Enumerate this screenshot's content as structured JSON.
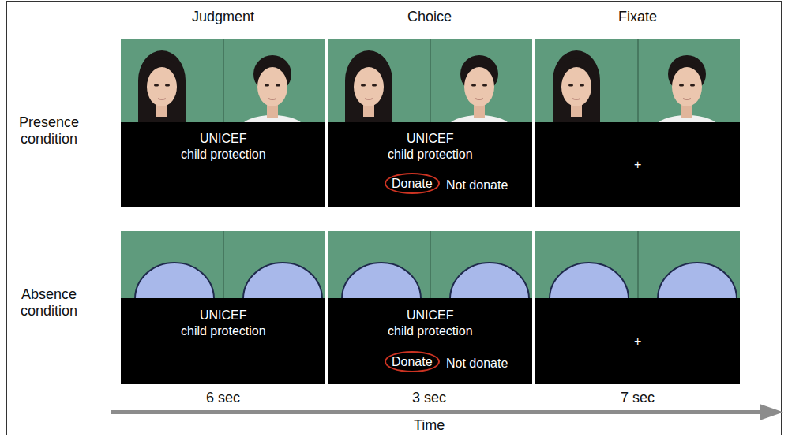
{
  "diagram": {
    "nodes": [
      {
        "text": [
          "UNICEF",
          "child protection"
        ]
      },
      {
        "text": [
          "UNICEF",
          "child protection",
          "Not donate"
        ]
      },
      {
        "text": [
          "Donate"
        ],
        "in": 1
      },
      {
        "text": [
          "+"
        ]
      },
      {
        "text": [
          "UNICEF",
          "child protection"
        ]
      },
      {
        "text": [
          "UNICEF",
          "child protection",
          "Not donate"
        ]
      },
      {
        "text": [
          "Donate"
        ],
        "in": 5
      },
      {
        "text": [
          "+"
        ]
      }
    ],
    "labels": [
      "Judgment",
      "Choice",
      "Fixate",
      "Presence condition",
      "Absence condition",
      "6 sec",
      "3 sec",
      "7 sec",
      "Time"
    ]
  }
}
